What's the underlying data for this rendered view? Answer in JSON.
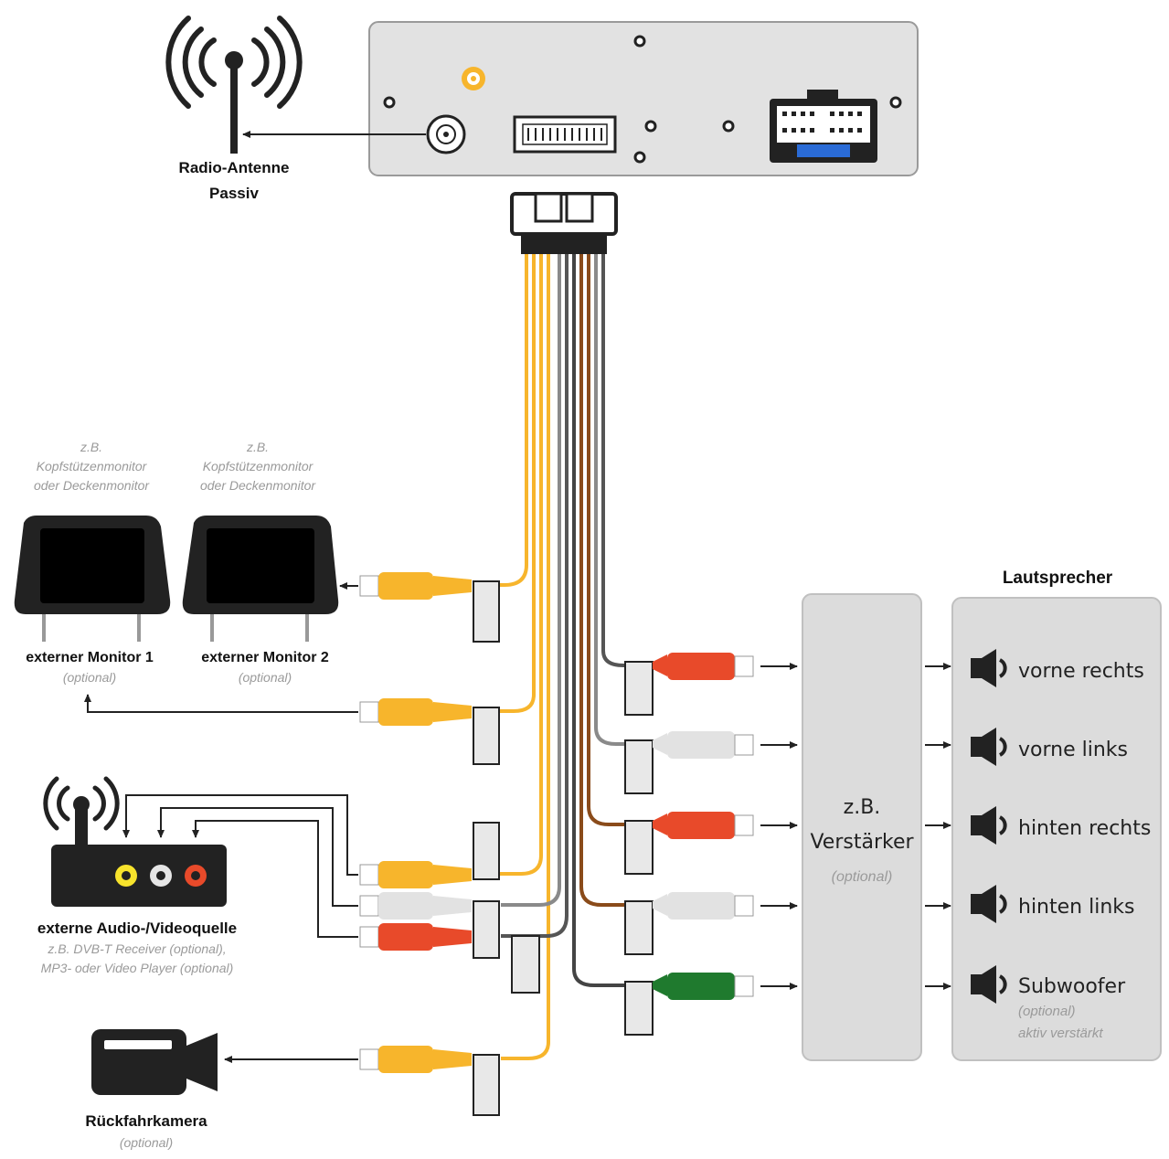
{
  "colors": {
    "yellow": "#f7b52c",
    "red": "#e84a2a",
    "white": "#e6e6e6",
    "green": "#1f7a2e",
    "dark": "#222222",
    "panel": "#dcdcdc",
    "brown": "#8a4b1a",
    "grey": "#707070"
  },
  "antenna": {
    "label1": "Radio-Antenne",
    "label2": "Passiv"
  },
  "monitor1": {
    "note1": "z.B.",
    "note2": "Kopfstützenmonitor",
    "note3": "oder Deckenmonitor",
    "label": "externer Monitor 1",
    "optional": "(optional)"
  },
  "monitor2": {
    "note1": "z.B.",
    "note2": "Kopfstützenmonitor",
    "note3": "oder Deckenmonitor",
    "label": "externer Monitor 2",
    "optional": "(optional)"
  },
  "av_source": {
    "label": "externe Audio-/Videoquelle",
    "note1": "z.B. DVB-T Receiver (optional),",
    "note2": "MP3- oder Video Player (optional)"
  },
  "camera": {
    "label": "Rückfahrkamera",
    "optional": "(optional)"
  },
  "amplifier": {
    "line1": "z.B.",
    "line2": "Verstärker",
    "optional": "(optional)"
  },
  "speakers": {
    "title": "Lautsprecher",
    "items": [
      {
        "label": "vorne rechts"
      },
      {
        "label": "vorne links"
      },
      {
        "label": "hinten rechts"
      },
      {
        "label": "hinten links"
      },
      {
        "label": "Subwoofer",
        "note1": "(optional)",
        "note2": "aktiv verstärkt"
      }
    ]
  }
}
